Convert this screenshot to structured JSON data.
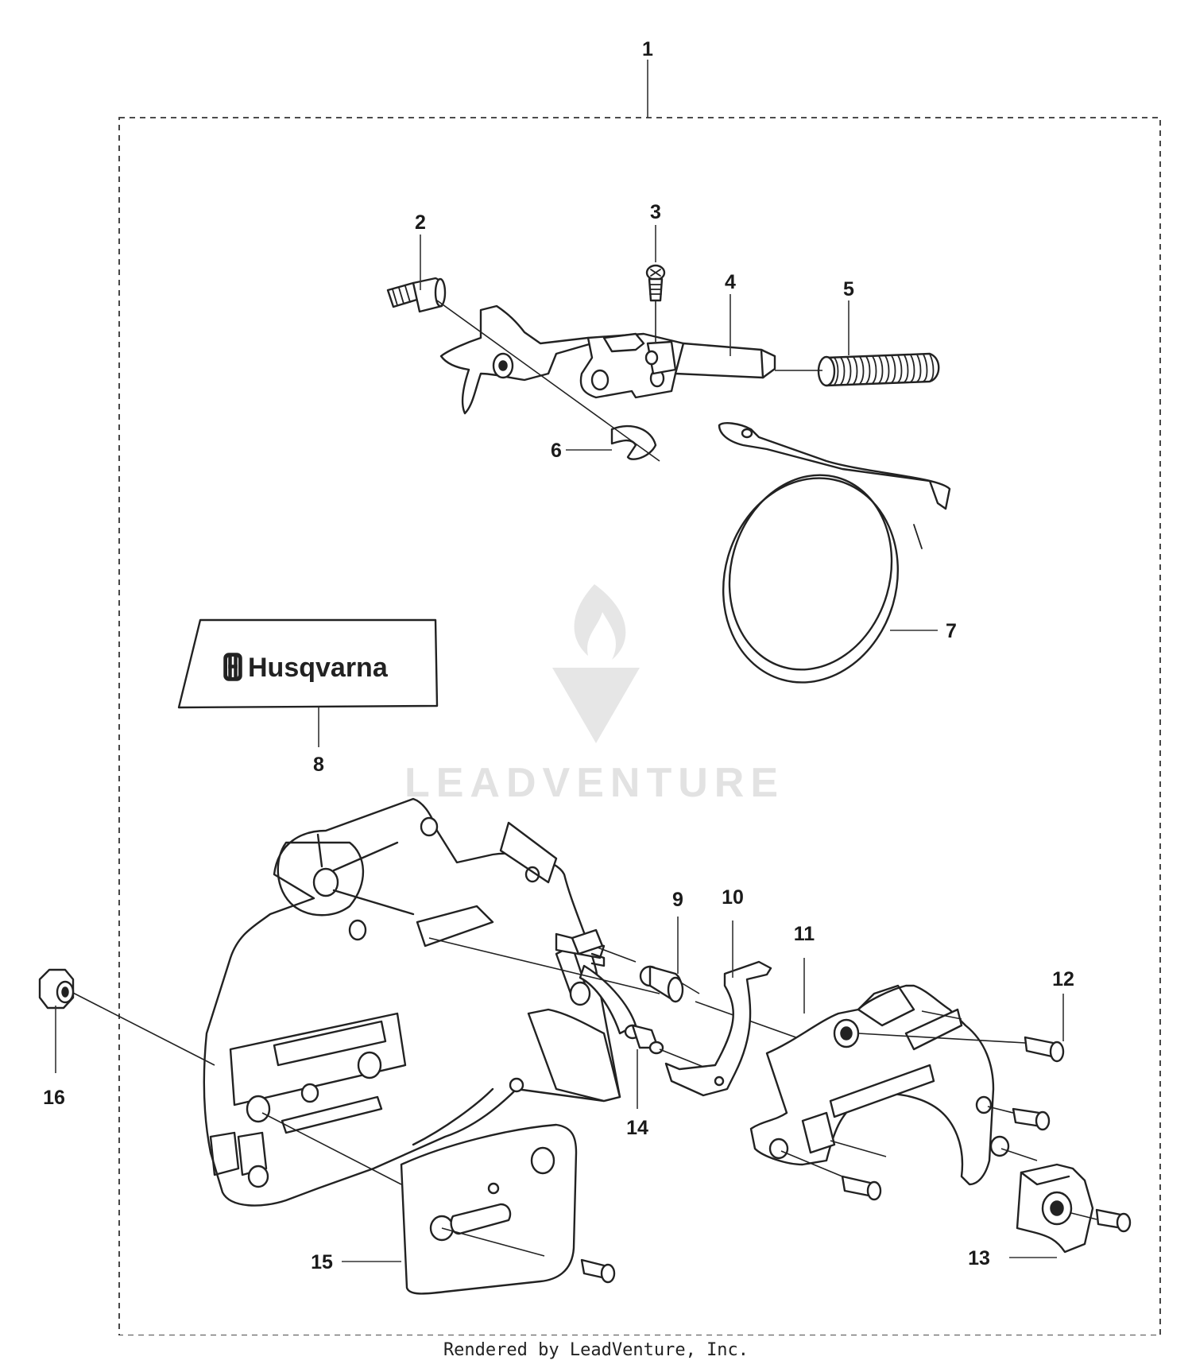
{
  "callouts": {
    "c1": "1",
    "c2": "2",
    "c3": "3",
    "c4": "4",
    "c5": "5",
    "c6": "6",
    "c7": "7",
    "c8": "8",
    "c9": "9",
    "c10": "10",
    "c11": "11",
    "c12": "12",
    "c13": "13",
    "c14": "14",
    "c15": "15",
    "c16": "16"
  },
  "decal_text": "Husqvarna",
  "watermark_text": "LEADVENTURE",
  "footer_text": "Rendered by LeadVenture, Inc."
}
